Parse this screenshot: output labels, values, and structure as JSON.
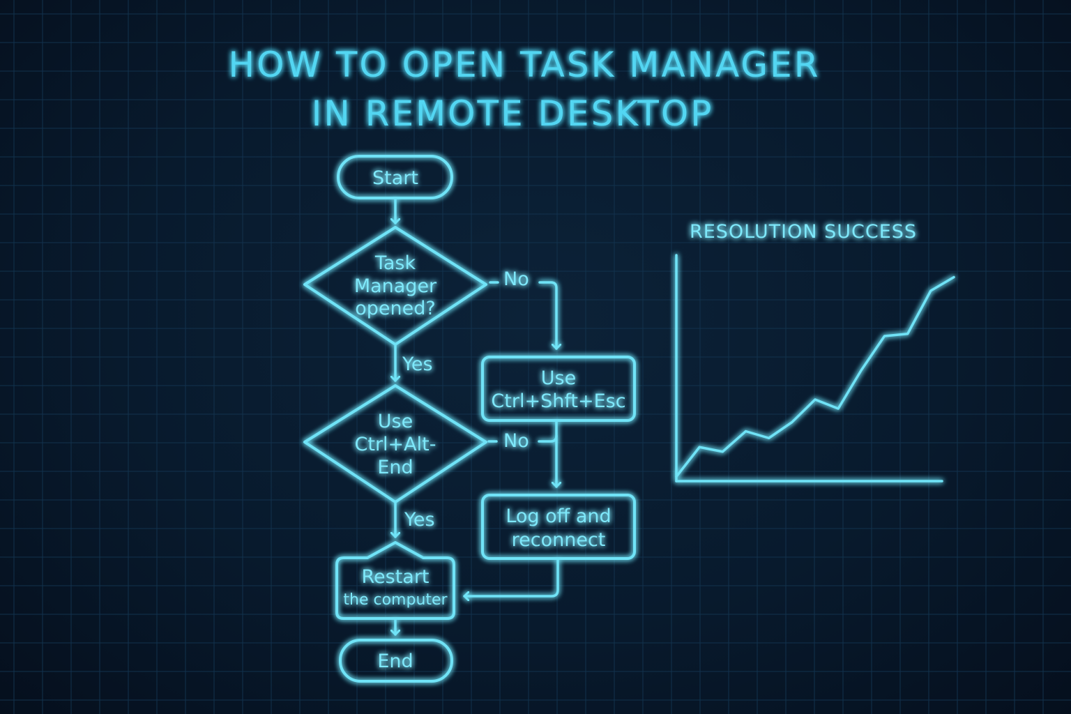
{
  "title": {
    "line1": "HOW TO OPEN TASK MANAGER",
    "line2": "IN REMOTE DESKTOP"
  },
  "colors": {
    "accent": "#6fe3f7",
    "background": "#081a2d",
    "grid": "#12324d"
  },
  "flowchart": {
    "start": "Start",
    "decision1": {
      "line1": "Task",
      "line2": "Manager",
      "line3": "opened?"
    },
    "decision1_yes": "Yes",
    "decision1_no": "No",
    "step_shortcut": {
      "line1": "Use",
      "line2": "Ctrl+Shft+Esc"
    },
    "decision2": {
      "line1": "Use",
      "line2": "Ctrl+Alt-",
      "line3": "End"
    },
    "decision2_yes": "Yes",
    "decision2_no": "No",
    "step_logoff": {
      "line1": "Log off and",
      "line2": "reconnect"
    },
    "step_restart": {
      "line1": "Restart",
      "line2": "the computer"
    },
    "end": "End"
  },
  "chart_data": {
    "type": "line",
    "title": "RESOLUTION SUCCESS",
    "xlabel": "",
    "ylabel": "",
    "x": [
      0,
      1,
      2,
      3,
      4,
      5,
      6,
      7,
      8,
      9,
      10,
      11,
      12
    ],
    "values": [
      2,
      15,
      13,
      22,
      19,
      26,
      36,
      32,
      49,
      64,
      65,
      84,
      90
    ],
    "ylim": [
      0,
      100
    ],
    "grid": true,
    "tick_labels": false
  }
}
